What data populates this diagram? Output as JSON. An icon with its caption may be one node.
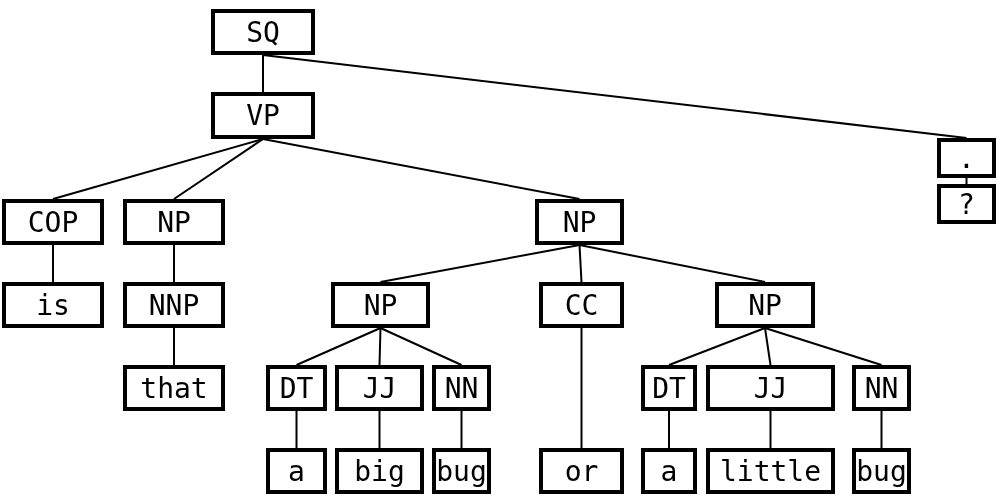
{
  "diagram": {
    "nodes": [
      {
        "text": [
          "SQ"
        ]
      },
      {
        "text": [
          "VP"
        ]
      },
      {
        "text": [
          "."
        ]
      },
      {
        "text": [
          "?"
        ]
      },
      {
        "text": [
          "COP"
        ]
      },
      {
        "text": [
          "NP"
        ]
      },
      {
        "text": [
          "NP"
        ]
      },
      {
        "text": [
          "is"
        ]
      },
      {
        "text": [
          "NNP"
        ]
      },
      {
        "text": [
          "NP"
        ]
      },
      {
        "text": [
          "CC"
        ]
      },
      {
        "text": [
          "NP"
        ]
      },
      {
        "text": [
          "that"
        ]
      },
      {
        "text": [
          "DT"
        ]
      },
      {
        "text": [
          "JJ"
        ]
      },
      {
        "text": [
          "NN"
        ]
      },
      {
        "text": [
          "DT"
        ]
      },
      {
        "text": [
          "JJ"
        ]
      },
      {
        "text": [
          "NN"
        ]
      },
      {
        "text": [
          "a"
        ]
      },
      {
        "text": [
          "big"
        ]
      },
      {
        "text": [
          "bug"
        ]
      },
      {
        "text": [
          "or"
        ]
      },
      {
        "text": [
          "a"
        ]
      },
      {
        "text": [
          "little"
        ]
      },
      {
        "text": [
          "bug"
        ]
      }
    ],
    "edges": [
      {
        "from": 0,
        "to": 1,
        "arrow": "none"
      },
      {
        "from": 0,
        "to": 2,
        "arrow": "none"
      },
      {
        "from": 2,
        "to": 3,
        "arrow": "none"
      },
      {
        "from": 1,
        "to": 4,
        "arrow": "none"
      },
      {
        "from": 1,
        "to": 5,
        "arrow": "none"
      },
      {
        "from": 1,
        "to": 6,
        "arrow": "none"
      },
      {
        "from": 4,
        "to": 7,
        "arrow": "none"
      },
      {
        "from": 5,
        "to": 8,
        "arrow": "none"
      },
      {
        "from": 8,
        "to": 12,
        "arrow": "none"
      },
      {
        "from": 6,
        "to": 9,
        "arrow": "none"
      },
      {
        "from": 6,
        "to": 10,
        "arrow": "none"
      },
      {
        "from": 6,
        "to": 11,
        "arrow": "none"
      },
      {
        "from": 9,
        "to": 13,
        "arrow": "none"
      },
      {
        "from": 9,
        "to": 14,
        "arrow": "none"
      },
      {
        "from": 9,
        "to": 15,
        "arrow": "none"
      },
      {
        "from": 11,
        "to": 16,
        "arrow": "none"
      },
      {
        "from": 11,
        "to": 17,
        "arrow": "none"
      },
      {
        "from": 11,
        "to": 18,
        "arrow": "none"
      },
      {
        "from": 13,
        "to": 19,
        "arrow": "none"
      },
      {
        "from": 14,
        "to": 20,
        "arrow": "none"
      },
      {
        "from": 15,
        "to": 21,
        "arrow": "none"
      },
      {
        "from": 10,
        "to": 22,
        "arrow": "none"
      },
      {
        "from": 16,
        "to": 23,
        "arrow": "none"
      },
      {
        "from": 17,
        "to": 24,
        "arrow": "none"
      },
      {
        "from": 18,
        "to": 25,
        "arrow": "none"
      }
    ]
  }
}
